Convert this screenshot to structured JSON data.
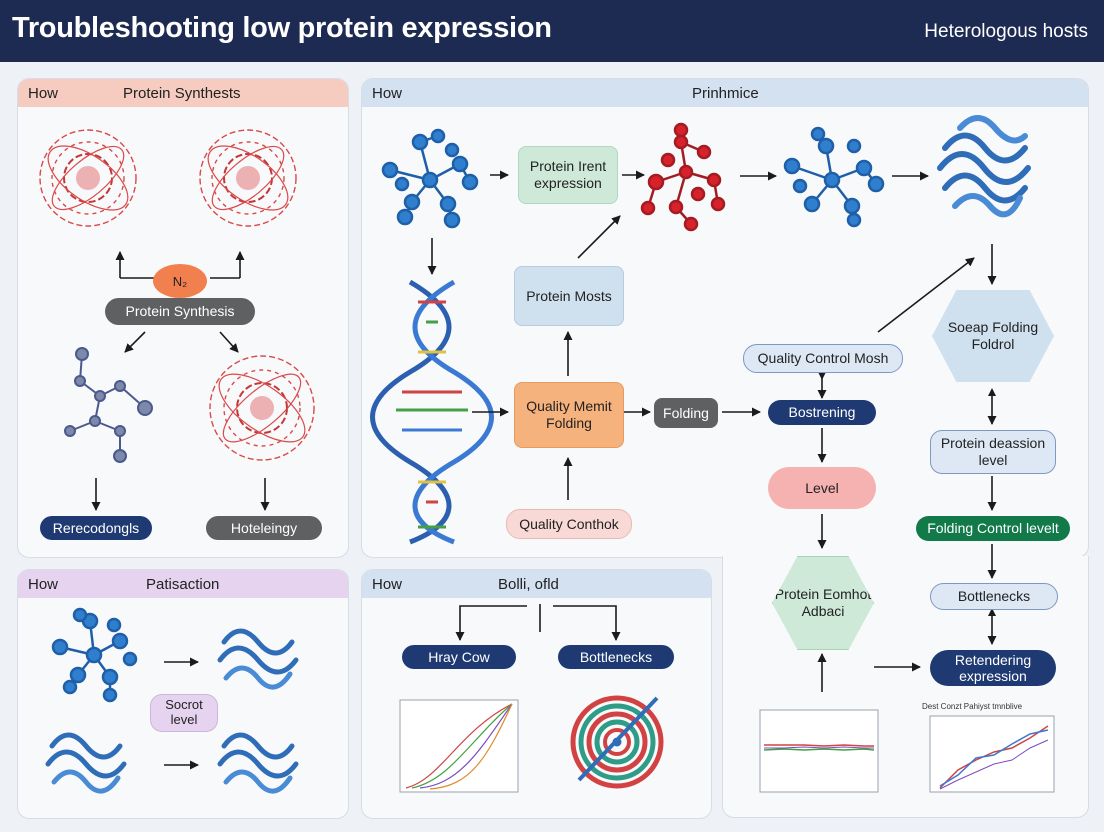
{
  "header": {
    "title": "Troubleshooting low protein expression",
    "subtitle": "Heterologous hosts"
  },
  "panels": {
    "synthesis": {
      "label": "How",
      "title": "Protein Synthests",
      "badge": "N₂",
      "center_pill": "Protein Synthesis",
      "left_pill": "Rerecodongls",
      "right_pill": "Hoteleingy"
    },
    "main": {
      "label": "How",
      "title": "Prinhmice"
    },
    "purification": {
      "label": "How",
      "title": "Patisaction",
      "pill": "Socrot level"
    },
    "bottleneck": {
      "label": "How",
      "title": "Bolli, ofld",
      "pill_left": "Hray Cow",
      "pill_right": "Bottlenecks"
    }
  },
  "nodes": {
    "protein_expression": "Protein Irent expression",
    "protein_hosts": "Protein Mosts",
    "quality_folding": "Quality Memit Folding",
    "quality_control": "Quality Conthok",
    "folding": "Folding",
    "qc_mesh": "Quality Control Mosh",
    "bostrening": "Bostrening",
    "level": "Level",
    "protein_comfort": "Protein Eomhot Adbaci",
    "soap_folding": "Soeap Folding Foldrol",
    "protein_deassion": "Protein deassion level",
    "folding_control": "Folding Control levelt",
    "bottlenecks": "Bottlenecks",
    "retendering": "Retendering expression"
  },
  "charts": {
    "mini_left_title": "",
    "mini_right_title": "Dest Conzt Pahiyst tmnblive"
  },
  "colors": {
    "header_bg": "#1d2a52",
    "navy": "#1f3a73",
    "grey": "#5f6062",
    "green": "#127a49",
    "peach": "#f6a66c",
    "pink": "#f6b1b1",
    "blue_light": "#cfe0ef",
    "green_light": "#cfe9d9",
    "violet_light": "#e6d3ef"
  }
}
